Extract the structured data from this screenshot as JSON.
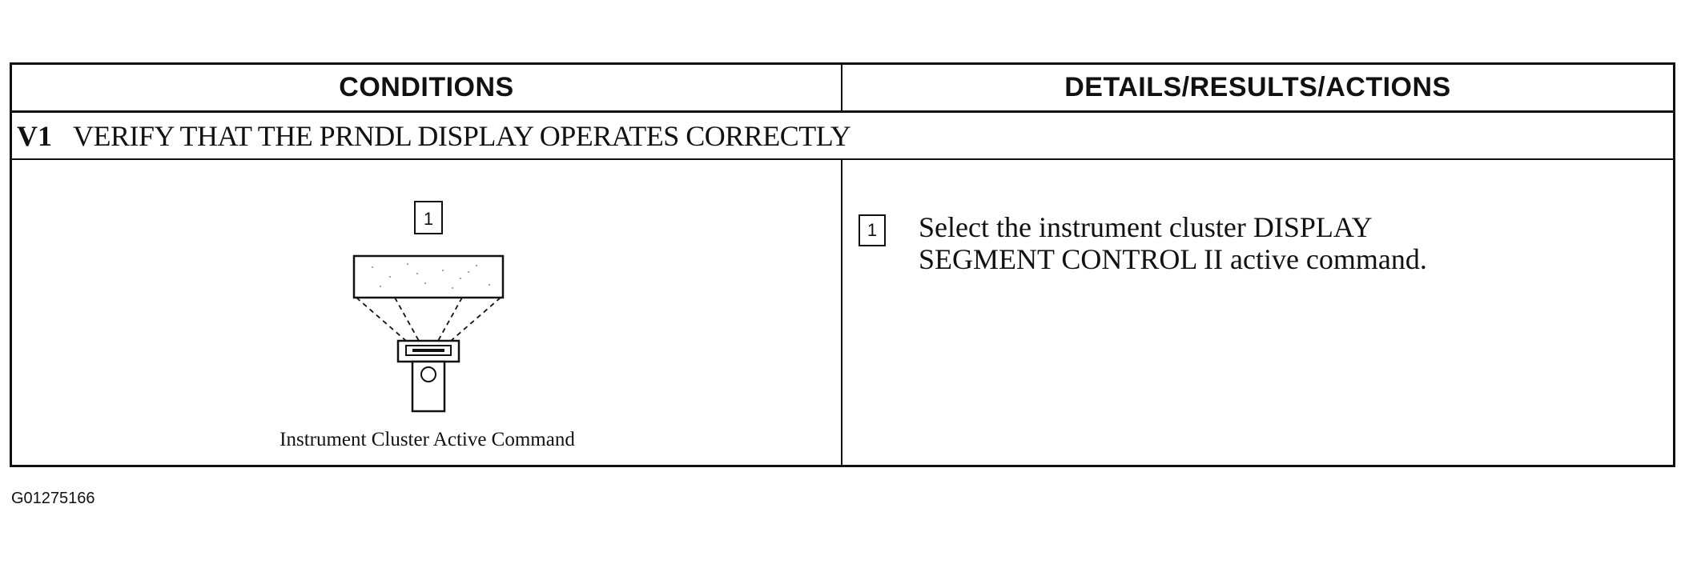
{
  "table": {
    "headers": {
      "conditions": "CONDITIONS",
      "details": "DETAILS/RESULTS/ACTIONS"
    },
    "step": {
      "id": "V1",
      "title": "VERIFY THAT THE PRNDL DISPLAY OPERATES CORRECTLY"
    },
    "conditions_cell": {
      "callout": "1",
      "caption": "Instrument Cluster Active Command"
    },
    "details_cell": {
      "callout": "1",
      "line1": "Select the instrument cluster DISPLAY",
      "line2": "SEGMENT CONTROL II active command."
    }
  },
  "figure_id": "G01275166"
}
